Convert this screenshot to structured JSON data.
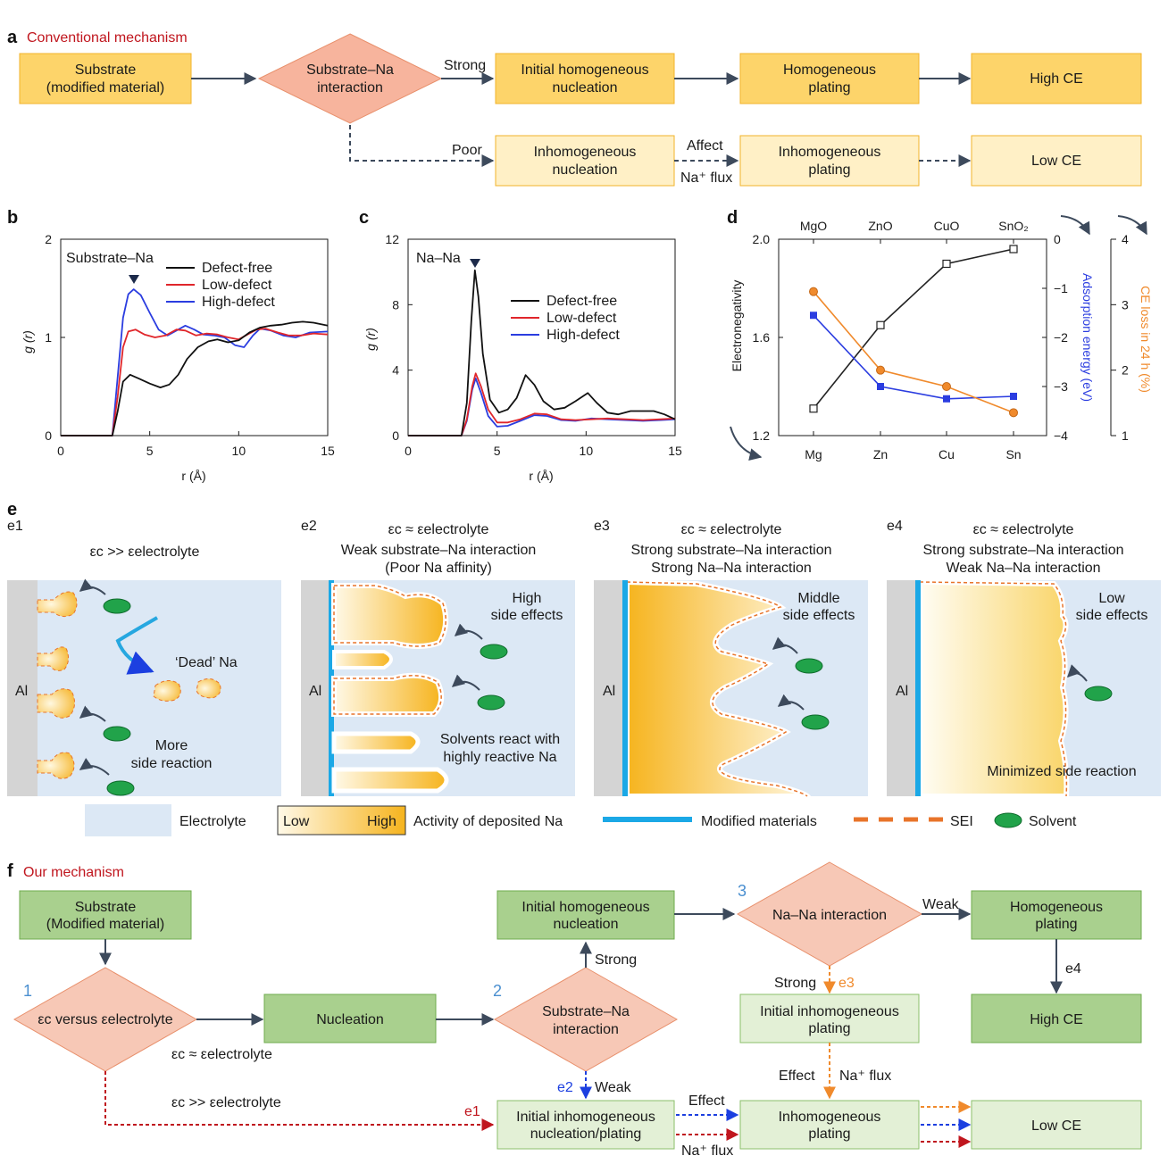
{
  "panel_a": {
    "letter": "a",
    "title": "Conventional mechanism",
    "substrate_line1": "Substrate",
    "substrate_line2": "(modified material)",
    "diamond_line1": "Substrate–Na",
    "diamond_line2": "interaction",
    "strong": "Strong",
    "poor": "Poor",
    "hom_nuc_line1": "Initial homogeneous",
    "hom_nuc_line2": "nucleation",
    "hom_plat_line1": "Homogeneous",
    "hom_plat_line2": "plating",
    "high_ce": "High CE",
    "inhom_nuc_line1": "Inhomogeneous",
    "inhom_nuc_line2": "nucleation",
    "affect": "Affect",
    "na_flux": "Na⁺ flux",
    "inhom_plat_line1": "Inhomogeneous",
    "inhom_plat_line2": "plating",
    "low_ce": "Low CE"
  },
  "panel_b": {
    "letter": "b",
    "annotation": "Substrate–Na",
    "ylabel": "g (r)",
    "xlabel": "r (Å)",
    "xticks": [
      "0",
      "5",
      "10",
      "15"
    ],
    "yticks": [
      "0",
      "1",
      "2"
    ]
  },
  "panel_c": {
    "letter": "c",
    "annotation": "Na–Na",
    "ylabel": "g (r)",
    "xlabel": "r (Å)",
    "xticks": [
      "0",
      "5",
      "10",
      "15"
    ],
    "yticks": [
      "0",
      "4",
      "8",
      "12"
    ]
  },
  "panel_d": {
    "letter": "d",
    "ylabel_left": "Electronegativity",
    "ylabel_right1": "Adsorption energy (eV)",
    "ylabel_right2": "CE loss in 24 h (%)",
    "top_labels": [
      "MgO",
      "ZnO",
      "CuO",
      "SnO₂"
    ],
    "bottom_labels": [
      "Mg",
      "Zn",
      "Cu",
      "Sn"
    ],
    "yticks_left": [
      "1.2",
      "1.6",
      "2.0"
    ],
    "yticks_right1": [
      "0",
      "−1",
      "−2",
      "−3",
      "−4"
    ],
    "yticks_right2": [
      "1",
      "2",
      "3",
      "4"
    ]
  },
  "chart_data": [
    {
      "type": "line",
      "panel": "b",
      "annotation": "Substrate–Na",
      "xlabel": "r (Å)",
      "ylabel": "g (r)",
      "xlim": [
        0,
        15
      ],
      "ylim": [
        0,
        2
      ],
      "series": [
        {
          "name": "Defect-free",
          "color": "#111111",
          "points": [
            [
              0,
              0
            ],
            [
              2.9,
              0
            ],
            [
              3.2,
              0.25
            ],
            [
              3.5,
              0.55
            ],
            [
              3.9,
              0.62
            ],
            [
              4.4,
              0.58
            ],
            [
              5,
              0.53
            ],
            [
              5.6,
              0.49
            ],
            [
              6.1,
              0.52
            ],
            [
              6.6,
              0.62
            ],
            [
              7.1,
              0.78
            ],
            [
              7.7,
              0.9
            ],
            [
              8.3,
              0.96
            ],
            [
              8.8,
              0.98
            ],
            [
              9.4,
              0.95
            ],
            [
              10,
              0.97
            ],
            [
              10.6,
              1.05
            ],
            [
              11.2,
              1.1
            ],
            [
              11.8,
              1.12
            ],
            [
              12.4,
              1.13
            ],
            [
              13,
              1.15
            ],
            [
              13.6,
              1.16
            ],
            [
              14.2,
              1.15
            ],
            [
              15,
              1.12
            ]
          ]
        },
        {
          "name": "Low-defect",
          "color": "#e0262b",
          "points": [
            [
              0,
              0
            ],
            [
              2.9,
              0
            ],
            [
              3.2,
              0.4
            ],
            [
              3.5,
              0.9
            ],
            [
              3.8,
              1.06
            ],
            [
              4.2,
              1.08
            ],
            [
              4.7,
              1.03
            ],
            [
              5.3,
              1.0
            ],
            [
              5.9,
              1.02
            ],
            [
              6.5,
              1.08
            ],
            [
              7,
              1.07
            ],
            [
              7.6,
              1.02
            ],
            [
              8.2,
              1.04
            ],
            [
              8.8,
              1.03
            ],
            [
              9.4,
              1.0
            ],
            [
              10,
              0.98
            ],
            [
              10.5,
              1.03
            ],
            [
              11,
              1.08
            ],
            [
              11.5,
              1.09
            ],
            [
              12.2,
              1.05
            ],
            [
              12.8,
              1.02
            ],
            [
              13.5,
              1.02
            ],
            [
              14.2,
              1.04
            ],
            [
              15,
              1.03
            ]
          ]
        },
        {
          "name": "High-defect",
          "color": "#2b3de0",
          "points": [
            [
              0,
              0
            ],
            [
              2.9,
              0
            ],
            [
              3.2,
              0.6
            ],
            [
              3.5,
              1.2
            ],
            [
              3.8,
              1.44
            ],
            [
              4.1,
              1.49
            ],
            [
              4.5,
              1.43
            ],
            [
              5,
              1.25
            ],
            [
              5.5,
              1.08
            ],
            [
              6,
              1.02
            ],
            [
              6.5,
              1.07
            ],
            [
              7,
              1.12
            ],
            [
              7.5,
              1.08
            ],
            [
              8,
              1.03
            ],
            [
              8.6,
              1.02
            ],
            [
              9.2,
              1.0
            ],
            [
              9.8,
              0.92
            ],
            [
              10.3,
              0.9
            ],
            [
              10.8,
              1.02
            ],
            [
              11.2,
              1.09
            ],
            [
              11.8,
              1.07
            ],
            [
              12.5,
              1.02
            ],
            [
              13.2,
              1.0
            ],
            [
              14,
              1.05
            ],
            [
              15,
              1.06
            ]
          ]
        }
      ]
    },
    {
      "type": "line",
      "panel": "c",
      "annotation": "Na–Na",
      "xlabel": "r (Å)",
      "ylabel": "g (r)",
      "xlim": [
        0,
        15
      ],
      "ylim": [
        0,
        12
      ],
      "series": [
        {
          "name": "Defect-free",
          "color": "#111111",
          "points": [
            [
              0,
              0
            ],
            [
              3.0,
              0
            ],
            [
              3.3,
              2
            ],
            [
              3.55,
              7
            ],
            [
              3.75,
              10.1
            ],
            [
              3.95,
              8.5
            ],
            [
              4.2,
              5
            ],
            [
              4.6,
              2.2
            ],
            [
              5.1,
              1.4
            ],
            [
              5.6,
              1.6
            ],
            [
              6.1,
              2.3
            ],
            [
              6.6,
              3.7
            ],
            [
              7.1,
              3.1
            ],
            [
              7.6,
              2.1
            ],
            [
              8.2,
              1.6
            ],
            [
              8.8,
              1.7
            ],
            [
              9.4,
              2.1
            ],
            [
              10.1,
              2.6
            ],
            [
              10.6,
              2.0
            ],
            [
              11.2,
              1.4
            ],
            [
              11.8,
              1.3
            ],
            [
              12.5,
              1.5
            ],
            [
              13.2,
              1.5
            ],
            [
              13.8,
              1.5
            ],
            [
              14.4,
              1.3
            ],
            [
              15,
              1.0
            ]
          ]
        },
        {
          "name": "Low-defect",
          "color": "#e0262b",
          "points": [
            [
              0,
              0
            ],
            [
              3.0,
              0
            ],
            [
              3.3,
              1
            ],
            [
              3.6,
              3.0
            ],
            [
              3.8,
              3.8
            ],
            [
              4.1,
              3.0
            ],
            [
              4.5,
              1.6
            ],
            [
              5,
              0.8
            ],
            [
              5.6,
              0.8
            ],
            [
              6.3,
              1.0
            ],
            [
              7.1,
              1.35
            ],
            [
              7.8,
              1.3
            ],
            [
              8.6,
              1.0
            ],
            [
              9.4,
              0.95
            ],
            [
              10.3,
              1.0
            ],
            [
              11.2,
              1.05
            ],
            [
              12.2,
              1.0
            ],
            [
              13.2,
              0.95
            ],
            [
              14.2,
              1.0
            ],
            [
              15,
              1.05
            ]
          ]
        },
        {
          "name": "High-defect",
          "color": "#2b3de0",
          "points": [
            [
              0,
              0
            ],
            [
              3.0,
              0
            ],
            [
              3.3,
              0.9
            ],
            [
              3.6,
              2.8
            ],
            [
              3.8,
              3.5
            ],
            [
              4.1,
              2.6
            ],
            [
              4.5,
              1.2
            ],
            [
              5,
              0.55
            ],
            [
              5.6,
              0.6
            ],
            [
              6.3,
              0.9
            ],
            [
              7.1,
              1.25
            ],
            [
              7.8,
              1.2
            ],
            [
              8.6,
              0.95
            ],
            [
              9.4,
              0.9
            ],
            [
              10.3,
              1.05
            ],
            [
              11.2,
              1.0
            ],
            [
              12.2,
              0.95
            ],
            [
              13.2,
              0.9
            ],
            [
              14.2,
              0.95
            ],
            [
              15,
              1.0
            ]
          ]
        }
      ]
    },
    {
      "type": "line",
      "panel": "d",
      "categories": [
        "Mg",
        "Zn",
        "Cu",
        "Sn"
      ],
      "top_categories": [
        "MgO",
        "ZnO",
        "CuO",
        "SnO₂"
      ],
      "series": [
        {
          "axis": "Electronegativity",
          "color": "#222222",
          "marker": "open-square",
          "ylim": [
            1.2,
            2.0
          ],
          "values": [
            1.31,
            1.65,
            1.9,
            1.96
          ]
        },
        {
          "axis": "Adsorption energy (eV)",
          "color": "#2b3de0",
          "marker": "square",
          "ylim": [
            -4,
            0
          ],
          "values": [
            -1.55,
            -3.0,
            -3.25,
            -3.2
          ]
        },
        {
          "axis": "CE loss in 24 h (%)",
          "color": "#f08a2c",
          "marker": "circle",
          "ylim": [
            1,
            4
          ],
          "values": [
            3.2,
            2.0,
            1.75,
            1.35
          ]
        }
      ]
    }
  ],
  "panel_e": {
    "letter": "e",
    "e1": {
      "id": "e1",
      "eq": "εc >> εelectrolyte",
      "al": "Al",
      "dead": "‘Dead’ Na",
      "more1": "More",
      "more2": "side reaction"
    },
    "e2": {
      "id": "e2",
      "eq": "εc ≈ εelectrolyte",
      "line1": "Weak substrate–Na interaction",
      "line2": "(Poor Na affinity)",
      "al": "Al",
      "high1": "High",
      "high2": "side effects",
      "sol1": "Solvents react with",
      "sol2": "highly reactive Na"
    },
    "e3": {
      "id": "e3",
      "eq": "εc ≈ εelectrolyte",
      "line1": "Strong substrate–Na interaction",
      "line2": "Strong Na–Na interaction",
      "al": "Al",
      "mid1": "Middle",
      "mid2": "side effects"
    },
    "e4": {
      "id": "e4",
      "eq": "εc ≈ εelectrolyte",
      "line1": "Strong substrate–Na interaction",
      "line2": "Weak Na–Na interaction",
      "al": "Al",
      "low1": "Low",
      "low2": "side effects",
      "min": "Minimized side reaction"
    },
    "legend": {
      "electrolyte": "Electrolyte",
      "low": "Low",
      "high": "High",
      "activity": "Activity of deposited Na",
      "modified": "Modified materials",
      "sei": "SEI",
      "solvent": "Solvent"
    }
  },
  "panel_f": {
    "letter": "f",
    "title": "Our mechanism",
    "substrate_line1": "Substrate",
    "substrate_line2": "(Modified material)",
    "n1": "1",
    "n2": "2",
    "n3": "3",
    "d1_text": "εc versus εelectrolyte",
    "nucleation": "Nucleation",
    "d2_line1": "Substrate–Na",
    "d2_line2": "interaction",
    "strong": "Strong",
    "weak": "Weak",
    "e2": "e2",
    "hom_nuc_line1": "Initial homogeneous",
    "hom_nuc_line2": "nucleation",
    "d3_text": "Na–Na interaction",
    "weak2": "Weak",
    "strong2": "Strong",
    "e3": "e3",
    "hom_plat_line1": "Homogeneous",
    "hom_plat_line2": "plating",
    "e4": "e4",
    "high_ce": "High CE",
    "inhom_plat_top_line1": "Initial inhomogeneous",
    "inhom_plat_top_line2": "plating",
    "effect_v": "Effect",
    "naflux_v": "Na⁺ flux",
    "eq_approx": "εc ≈ εelectrolyte",
    "eq_gg": "εc >> εelectrolyte",
    "e1": "e1",
    "inhom_nuc_line1": "Initial inhomogeneous",
    "inhom_nuc_line2": "nucleation/plating",
    "effect_h": "Effect",
    "naflux_h": "Na⁺ flux",
    "inhom_plat_line1": "Inhomogeneous",
    "inhom_plat_line2": "plating",
    "low_ce": "Low CE"
  }
}
